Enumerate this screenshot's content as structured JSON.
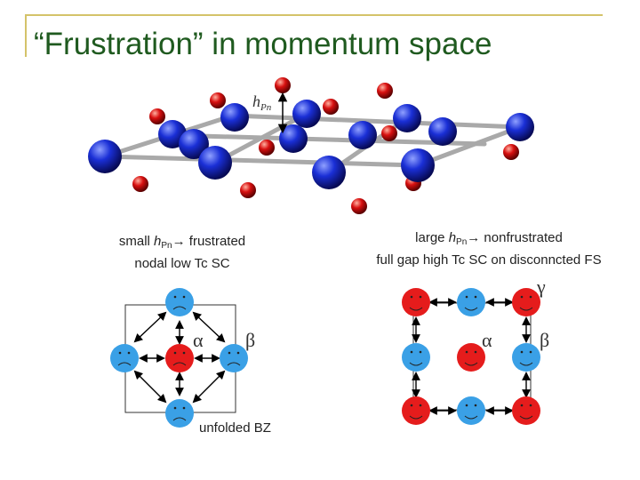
{
  "title": "“Frustration” in momentum space",
  "crystal": {
    "label_base": "h",
    "label_sub": "Pn"
  },
  "left_panel": {
    "caption_line1_pre": "small ",
    "caption_h": "h",
    "caption_sub": "Pn",
    "caption_line1_post": "→ frustrated",
    "caption_line2": "nodal low Tc SC",
    "alpha": "α",
    "beta": "β",
    "bz_label": "unfolded BZ"
  },
  "right_panel": {
    "caption_line1_pre": "large ",
    "caption_h": "h",
    "caption_sub": "Pn",
    "caption_line1_post": "→ nonfrustrated",
    "caption_line2": "full gap high Tc SC on disconncted FS",
    "alpha": "α",
    "beta": "β",
    "gamma": "γ"
  },
  "colors": {
    "title": "#1f5a1f",
    "blue_ball": "#1a2fd6",
    "red_ball": "#d81010",
    "face_blue": "#3aa0e6",
    "face_red": "#e51c1c",
    "frame": "#d4c36a"
  }
}
